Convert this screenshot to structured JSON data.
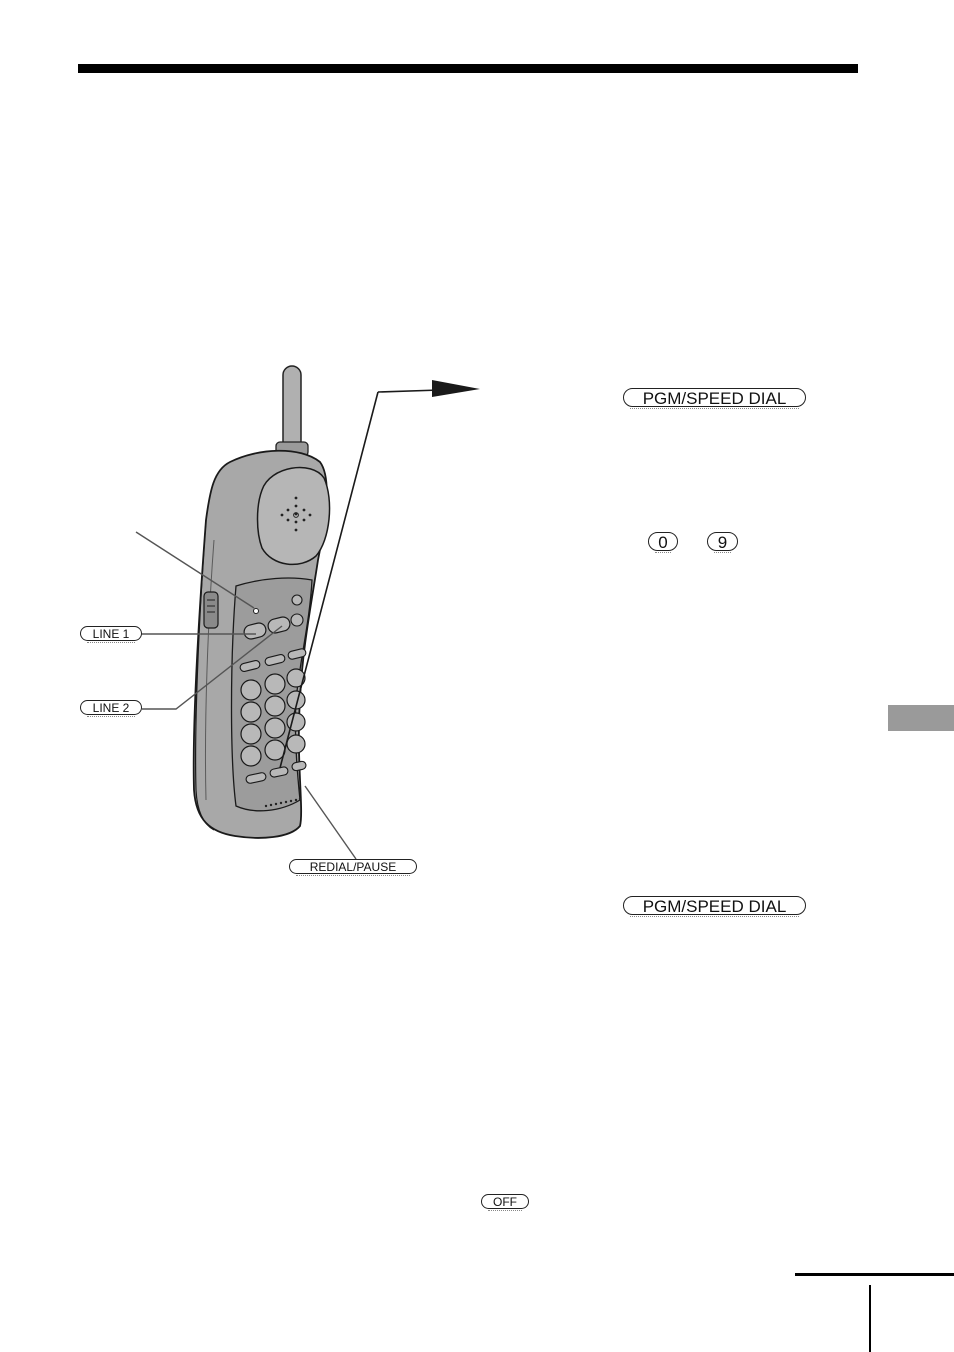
{
  "callouts": {
    "line1": "LINE 1",
    "line2": "LINE 2",
    "redial_pause": "REDIAL/PAUSE"
  },
  "keys": {
    "pgm_speed_dial_top": "PGM/SPEED DIAL",
    "digit_0": "0",
    "digit_9": "9",
    "pgm_speed_dial_bottom": "PGM/SPEED DIAL",
    "off": "OFF"
  },
  "colors": {
    "handset_body": "#a8a8a8",
    "handset_panel": "#9c9c9c",
    "side_tab": "#9a9a9a",
    "rule": "#000000"
  }
}
